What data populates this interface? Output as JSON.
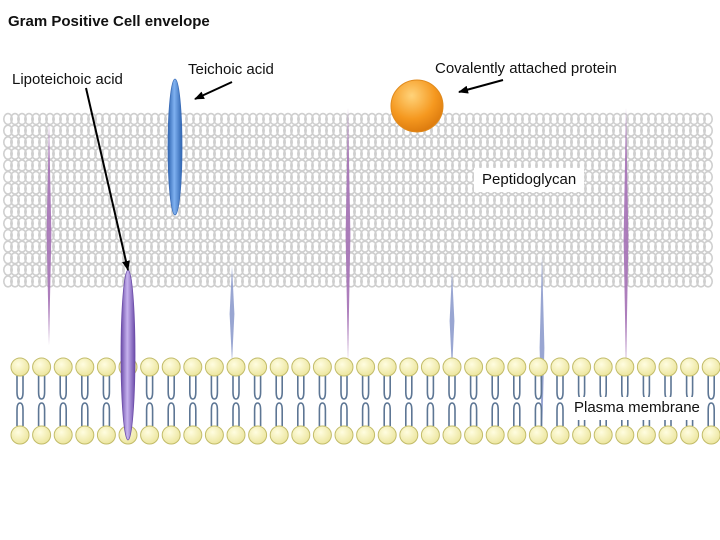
{
  "title": "Gram Positive Cell envelope",
  "labels": {
    "lipoteichoic_acid": "Lipoteichoic acid",
    "teichoic_acid": "Teichoic acid",
    "covalently_attached_protein": "Covalently attached protein",
    "peptidoglycan": "Peptidoglycan",
    "plasma_membrane": "Plasma membrane"
  },
  "colors": {
    "peptidoglycan_rings": "#cfcfcf",
    "lipid_head_fill": "#f8f5b4",
    "lipid_head_stroke": "#c2bc6a",
    "lipid_tail": "#5d7694",
    "teichoic_acid": "#4f8ad6",
    "lipoteichoic_acid": "#9b7fd1",
    "wall_strand_purple": "#a470b5",
    "wall_strand_blue": "#8e9ccd",
    "protein": "#f59a22",
    "arrow": "#000000"
  }
}
